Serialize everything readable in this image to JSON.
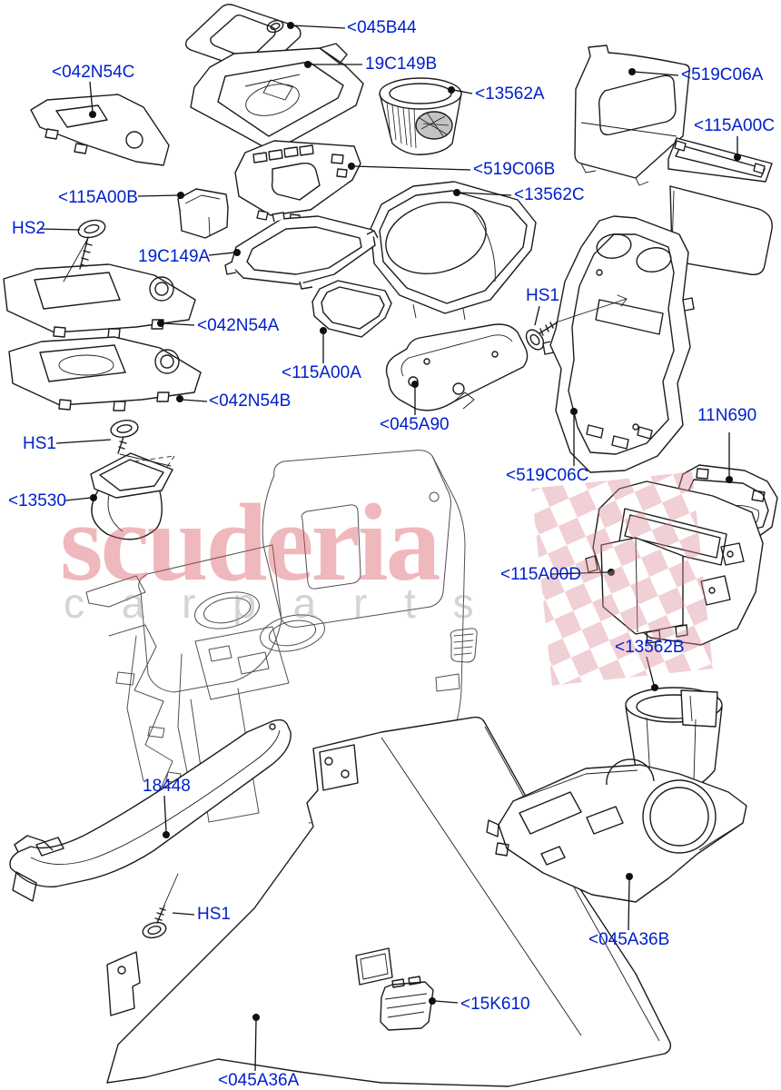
{
  "diagram": {
    "label_color": "#0020cc",
    "line_color": "#1c1c1c",
    "background": "#ffffff",
    "watermark": {
      "brand": "scuderia",
      "subtext": "c a r p a r t s",
      "brand_color": "#d94f5c",
      "flag_color": "#d98a95",
      "flag": "checkered-flag"
    },
    "labels": [
      {
        "part": "045B44",
        "text": "<045B44"
      },
      {
        "part": "19C149B",
        "text": "19C149B"
      },
      {
        "part": "042N54C",
        "text": "<042N54C"
      },
      {
        "part": "13562A",
        "text": "<13562A"
      },
      {
        "part": "519C06A",
        "text": "<519C06A"
      },
      {
        "part": "115A00C",
        "text": "<115A00C"
      },
      {
        "part": "519C06B",
        "text": "<519C06B"
      },
      {
        "part": "13562C",
        "text": "<13562C"
      },
      {
        "part": "115A00B",
        "text": "<115A00B"
      },
      {
        "part": "HS2",
        "text": "HS2"
      },
      {
        "part": "19C149A",
        "text": "19C149A"
      },
      {
        "part": "042N54A",
        "text": "<042N54A"
      },
      {
        "part": "115A00A",
        "text": "<115A00A"
      },
      {
        "part": "042N54B",
        "text": "<042N54B"
      },
      {
        "part": "HS1-a",
        "text": "HS1"
      },
      {
        "part": "13530",
        "text": "<13530"
      },
      {
        "part": "045A90",
        "text": "<045A90"
      },
      {
        "part": "HS1-b",
        "text": "HS1"
      },
      {
        "part": "519C06C",
        "text": "<519C06C"
      },
      {
        "part": "11N690",
        "text": "11N690"
      },
      {
        "part": "115A00D",
        "text": "<115A00D"
      },
      {
        "part": "13562B",
        "text": "<13562B"
      },
      {
        "part": "18448",
        "text": "18448"
      },
      {
        "part": "HS1-c",
        "text": "HS1"
      },
      {
        "part": "045A36A",
        "text": "<045A36A"
      },
      {
        "part": "045A36B",
        "text": "<045A36B"
      },
      {
        "part": "15K610",
        "text": "<15K610"
      }
    ]
  }
}
